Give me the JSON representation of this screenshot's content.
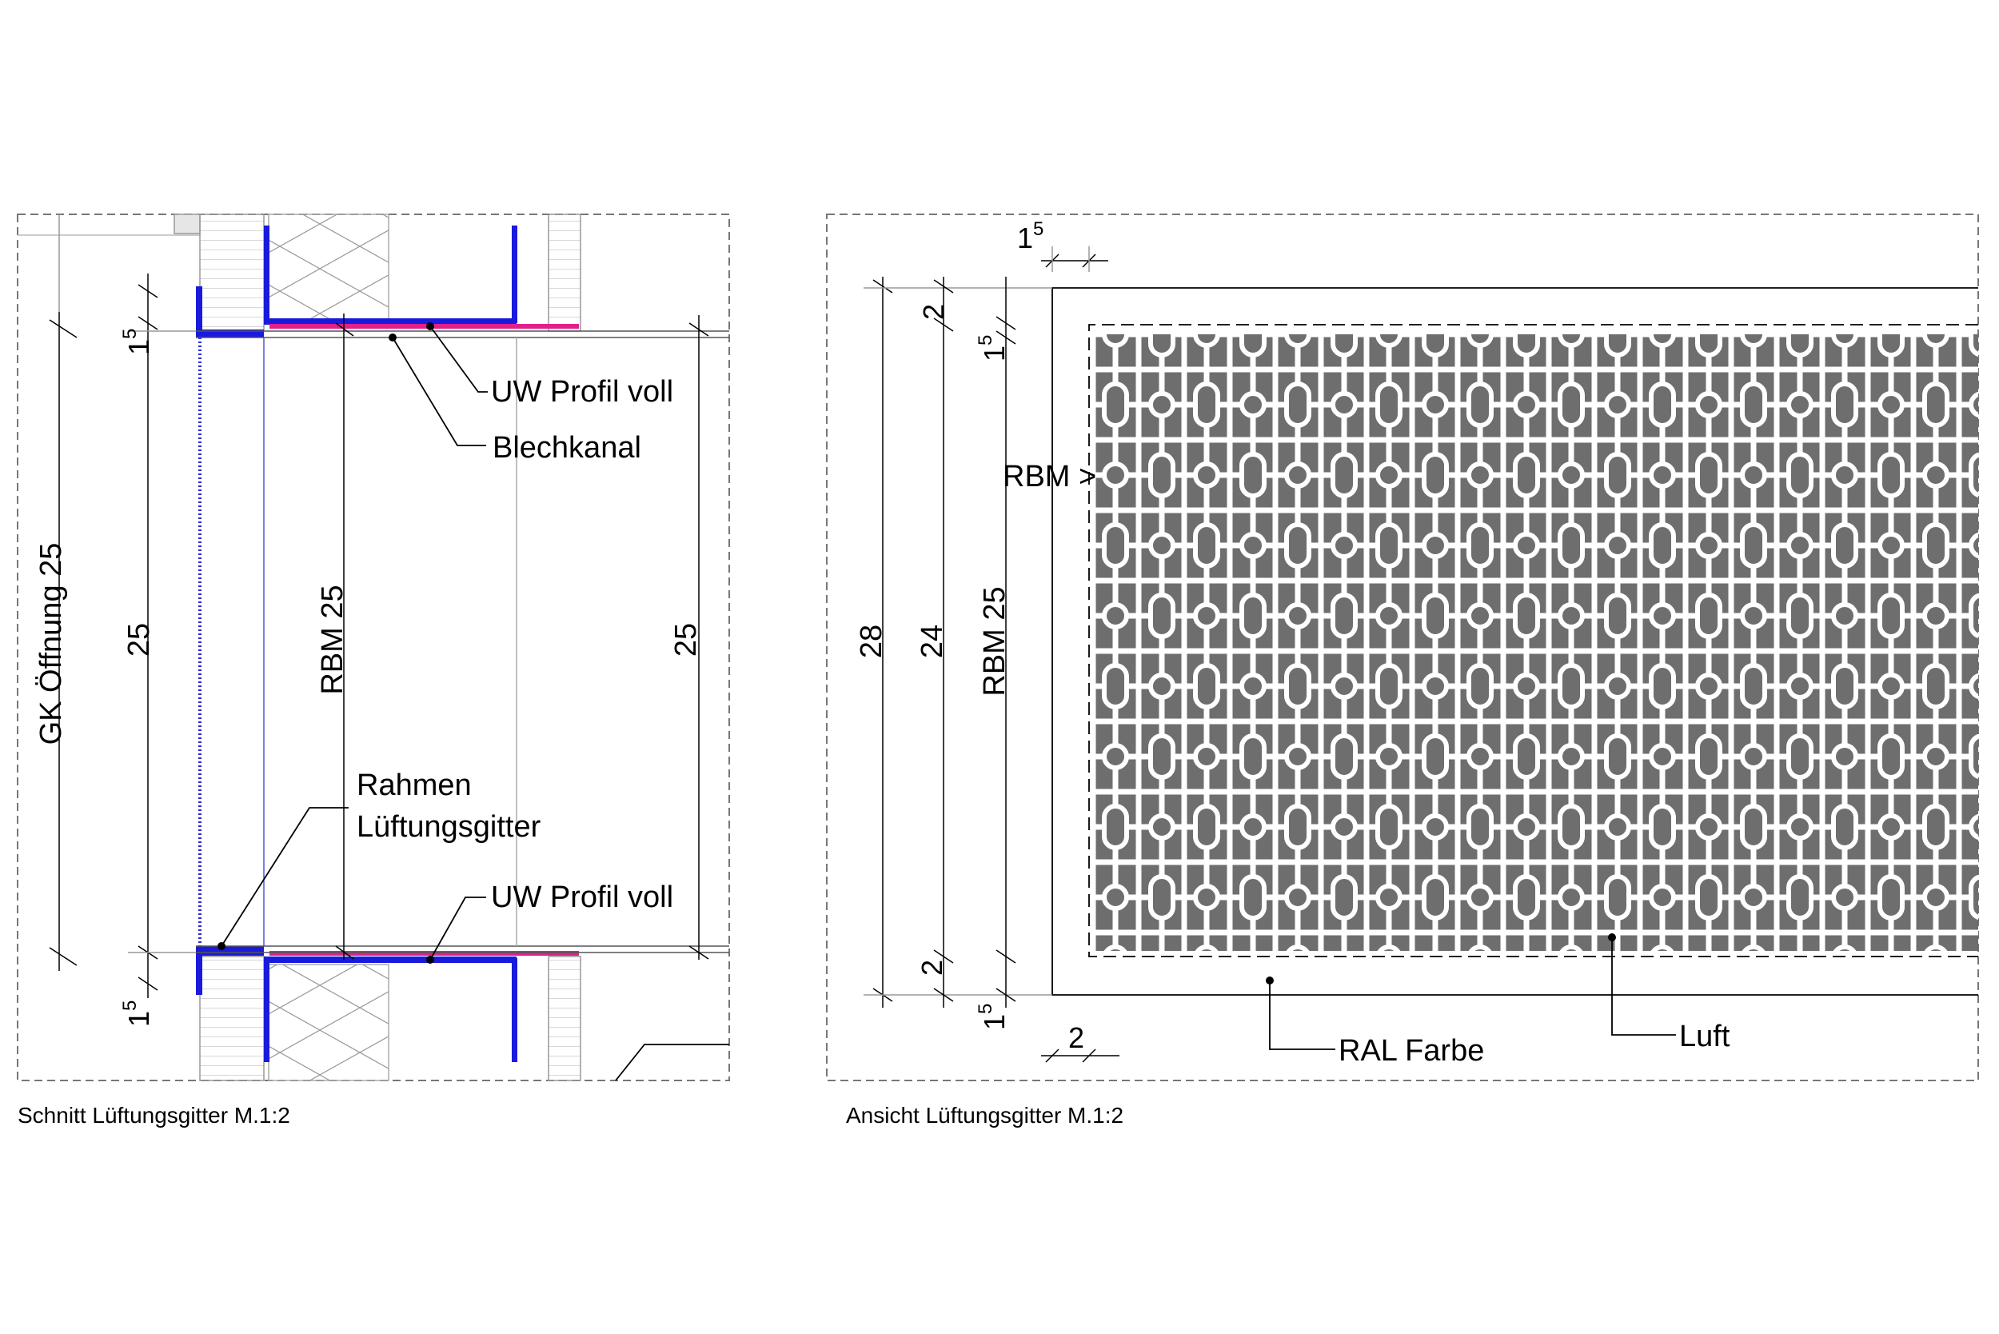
{
  "section": {
    "caption": "Schnitt Lüftungsgitter M.1:2",
    "labels": {
      "uw_top": "UW Profil voll",
      "blechkanal": "Blechkanal",
      "rahmen_line1": "Rahmen",
      "rahmen_line2": "Lüftungsgitter",
      "uw_bottom": "UW Profil voll"
    },
    "dims": {
      "gk_opening": "GK Öffnung 25",
      "height_25": "25",
      "rbm_25": "RBM 25",
      "right_25": "25",
      "top_15_base": "1",
      "top_15_sup": "5",
      "bottom_15_base": "1",
      "bottom_15_sup": "5"
    }
  },
  "elevation": {
    "caption": "Ansicht Lüftungsgitter M.1:2",
    "labels": {
      "rbm_arrow": "RBM >",
      "ral": "RAL Farbe",
      "luft": "Luft"
    },
    "dims": {
      "overall_28": "28",
      "inner_24": "24",
      "rbm_25": "RBM 25",
      "top_2": "2",
      "bottom_2": "2",
      "top_15_base": "1",
      "top_15_sup": "5",
      "bottom_15_base": "1",
      "bottom_15_sup": "5",
      "horiz_15_base": "1",
      "horiz_15_sup": "5",
      "horiz_2": "2"
    }
  },
  "colors": {
    "profile_blue": "#1a1adc",
    "membrane_magenta": "#e0208c",
    "grille_fill": "#6e6e6e",
    "line": "#000000",
    "frame_gray": "#9a9a9a"
  }
}
